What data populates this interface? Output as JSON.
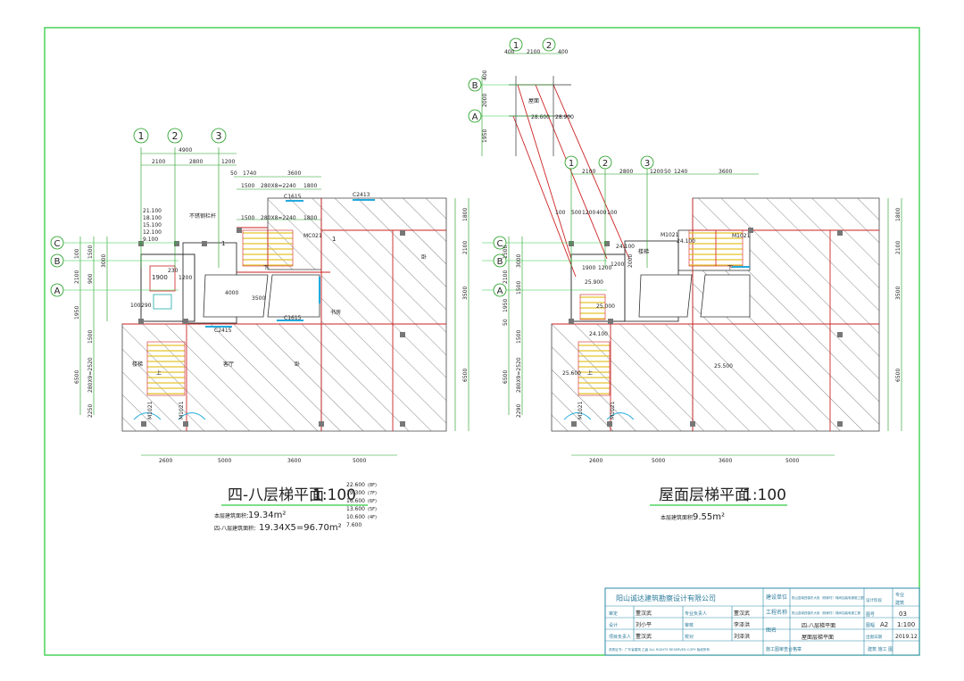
{
  "colors": {
    "border": "#2ecc40",
    "dim": "#1a9a1a",
    "wall": "#cc2222",
    "hatch": "#444444",
    "stair": "#f2e84a",
    "window": "#22aadd",
    "title_block": "#2a8aaa"
  },
  "left_plan": {
    "axis_top": [
      "1",
      "2",
      "3"
    ],
    "axis_side": [
      "C",
      "B",
      "A"
    ],
    "top_dims": [
      "4900",
      "2100",
      "2800",
      "1200",
      "50",
      "1740",
      "3600",
      "1500",
      "280X8=2240",
      "1800"
    ],
    "window_labels": [
      "C1615",
      "C2413",
      "C2415",
      "C1615",
      "MC021"
    ],
    "elevations": [
      "21.100",
      "18.100",
      "15.100",
      "12.100",
      "9.100"
    ],
    "label_shaft": "不锈钢栏杆",
    "inner_dims": [
      "1500",
      "280X8=2240",
      "1800",
      "100",
      "100",
      "1000",
      "1200",
      "1900",
      "230",
      "4000",
      "3500",
      "100",
      "290",
      "1",
      "1",
      "下",
      "上"
    ],
    "left_dims": [
      "1500",
      "2100",
      "100",
      "900",
      "3000",
      "1500",
      "100",
      "1950",
      "50",
      "1500",
      "6500",
      "280X9=2520",
      "2250"
    ],
    "right_dims": [
      "1800",
      "2100",
      "3500",
      "6500"
    ],
    "bottom_dims": [
      "2600",
      "5000",
      "3600",
      "5000"
    ],
    "door_labels": [
      "M1021",
      "M1021"
    ],
    "room_labels": [
      "楼梯",
      "客厅",
      "卧",
      "书房",
      "卧"
    ],
    "title": "四-八层梯平面",
    "scale": "1:100",
    "floor_levels": [
      "22.600",
      "19.300",
      "16.600",
      "13.600",
      "10.600",
      "7.600"
    ],
    "floor_tags": [
      "(8F)",
      "(7F)",
      "(6F)",
      "(5F)",
      "(4F)"
    ],
    "area1_label": "本层建筑面积：",
    "area1_value": "19.34m²",
    "area2_label": "四-八层建筑面积：",
    "area2_value": "19.34X5=96.70m²"
  },
  "right_plan": {
    "axis_top": [
      "1",
      "2"
    ],
    "axis_top2": [
      "1",
      "2",
      "3"
    ],
    "axis_side": [
      "B",
      "A"
    ],
    "axis_side2": [
      "C",
      "B",
      "A"
    ],
    "top_dims": [
      "400",
      "2100",
      "400"
    ],
    "left_top_dims": [
      "400",
      "2000",
      "1950"
    ],
    "roof_labels": [
      "屋面",
      "28.600",
      "28.900"
    ],
    "top_dims2": [
      "2100",
      "2800",
      "1200",
      "50",
      "1240",
      "3600"
    ],
    "inner_labels": [
      "100",
      "500",
      "1200",
      "400",
      "100",
      "24.100",
      "楼梯",
      "M1021",
      "24.100",
      "M1021",
      "1900",
      "1200",
      "25.900",
      "1200",
      "2000",
      "下",
      "上",
      "25.500",
      "24.100",
      "25.600",
      "25.000"
    ],
    "left_dims": [
      "1500",
      "2100",
      "3000",
      "1500",
      "1950",
      "50",
      "1500",
      "6500",
      "280X9=2520",
      "2290"
    ],
    "right_dims": [
      "1800",
      "2100",
      "3500",
      "6500"
    ],
    "bottom_dims": [
      "2600",
      "5000",
      "3600",
      "5000"
    ],
    "door_labels": [
      "M1021",
      "M1021"
    ],
    "title": "屋面层梯平面",
    "scale": "1:100",
    "area_label": "本层建筑面积：",
    "area_value": "9.55m²"
  },
  "title_block": {
    "company": "阳山诚达建筑勘察设计有限公司",
    "client_label": "建设单位",
    "client_value": "阳山县城西镇东大街（杨家村）梯间加装电梯施工图",
    "project_label": "工程名称",
    "project_value": "阳山县城西镇东大街（杨家村）梯间加装电梯工程",
    "approve_label": "审定",
    "approve_name": "董汉武",
    "review_label": "审核",
    "review_name": "李泽洪",
    "proof_label": "校对",
    "proof_name": "刘泽洪",
    "design_label": "设计",
    "design_name": "刘小平",
    "check_label": "专业负责人",
    "check_name": "董汉武",
    "head_label": "项目负责人",
    "head_name": "董汉武",
    "drawing_label": "图名",
    "drawing_value1": "四-八层梯平面",
    "drawing_value2": "屋面层梯平面",
    "stage_label": "设计阶段",
    "stage_value": "施工图",
    "spec_label": "专业",
    "spec_value": "建筑",
    "num_label": "图号",
    "num_value": "03",
    "size_label": "图幅",
    "size_value": "A2",
    "scale_label": "比例",
    "scale_value": "1:100",
    "date_label": "出图日期",
    "date_value": "2019.12",
    "footer_left": "资质证书：广东省建筑 乙级 ALL RIGHTS RESERVED COPY 版权所有",
    "footer_mid": "施工图审查合格章",
    "footer_right": "建筑 施工 图"
  }
}
